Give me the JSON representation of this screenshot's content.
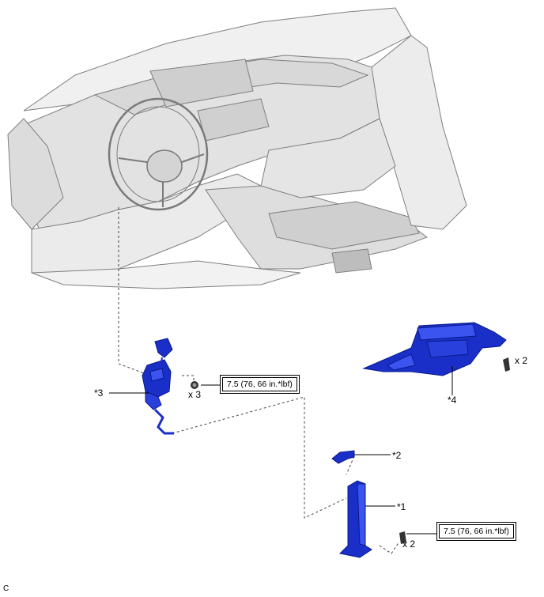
{
  "labels": {
    "part_1": "*1",
    "part_2": "*2",
    "part_3": "*3",
    "part_4": "*4",
    "qty_bolts_3": "x 3",
    "qty_bolts_2a": "x 2",
    "qty_bolts_2b": "x 2",
    "corner_code": "C"
  },
  "torque": {
    "upper": "7.5 (76, 66 in.*lbf)",
    "lower": "7.5 (76, 66 in.*lbf)"
  },
  "colors": {
    "part_blue": "#1a2fc8",
    "interior_gray": "#e6e6e6",
    "outline": "#8a8a8a"
  }
}
